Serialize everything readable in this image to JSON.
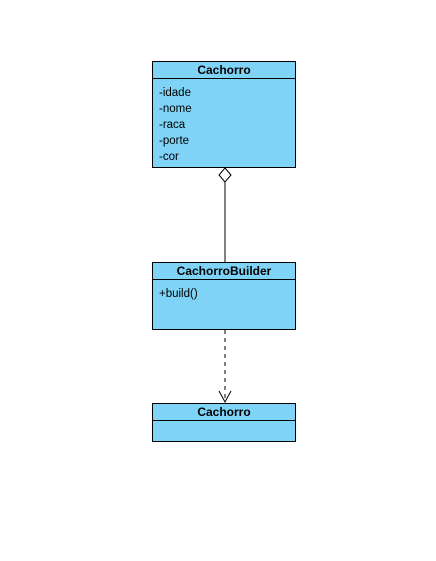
{
  "classes": {
    "cachorro": {
      "name": "Cachorro",
      "attributes": [
        "-idade",
        "-nome",
        "-raca",
        "-porte",
        "-cor"
      ]
    },
    "builder": {
      "name": "CachorroBuilder",
      "methods": [
        "+build()"
      ]
    },
    "cachorro_product": {
      "name": "Cachorro"
    }
  },
  "colors": {
    "class_fill": "#7fd3f7",
    "line": "#000000"
  },
  "relations": [
    {
      "type": "aggregation",
      "from": "builder",
      "to": "cachorro"
    },
    {
      "type": "dependency",
      "from": "builder",
      "to": "cachorro_product"
    }
  ]
}
